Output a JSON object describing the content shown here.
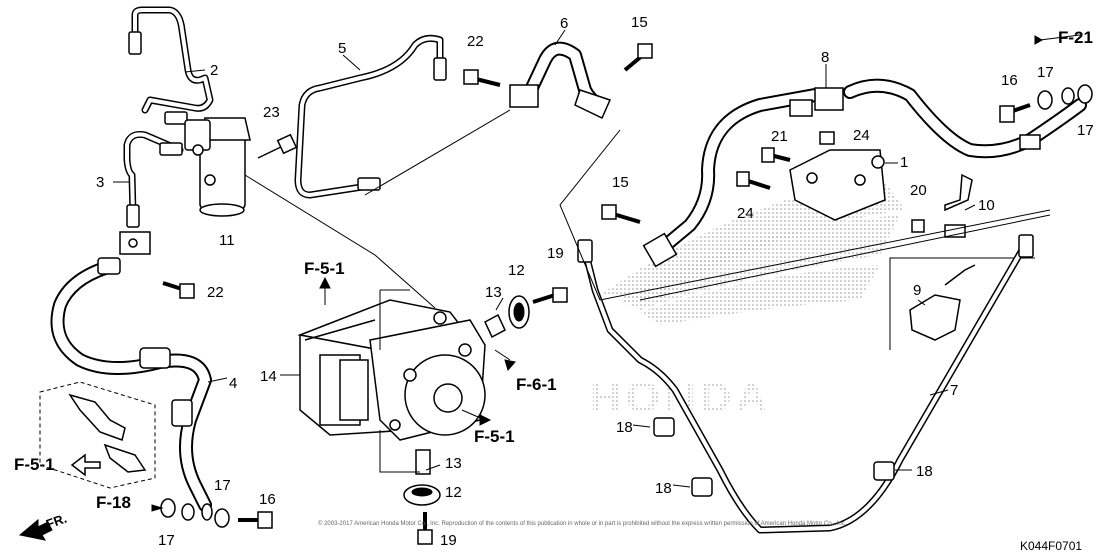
{
  "callouts": {
    "c1": "1",
    "c2": "2",
    "c3": "3",
    "c4": "4",
    "c5": "5",
    "c6": "6",
    "c7": "7",
    "c8": "8",
    "c9": "9",
    "c10": "10",
    "c11": "11",
    "c12a": "12",
    "c12b": "12",
    "c13a": "13",
    "c13b": "13",
    "c14": "14",
    "c15a": "15",
    "c15b": "15",
    "c16a": "16",
    "c16b": "16",
    "c17a": "17",
    "c17b": "17",
    "c17c": "17",
    "c17d": "17",
    "c18a": "18",
    "c18b": "18",
    "c18c": "18",
    "c19a": "19",
    "c19b": "19",
    "c20": "20",
    "c21": "21",
    "c22a": "22",
    "c22b": "22",
    "c23": "23",
    "c24a": "24",
    "c24b": "24"
  },
  "refs": {
    "f21": "F-21",
    "f51_top": "F-5-1",
    "f51_mid": "F-5-1",
    "f51_left": "F-5-1",
    "f61": "F-6-1",
    "f18": "F-18",
    "fr": "FR."
  },
  "diagram_code": "K044F0701",
  "copyright": "© 2003-2017 American Honda Motor Co., Inc. Reproduction of the contents of this publication in whole or in part is prohibited without the express written permission of American Honda Motor Co., Inc.",
  "watermark": "HONDA"
}
